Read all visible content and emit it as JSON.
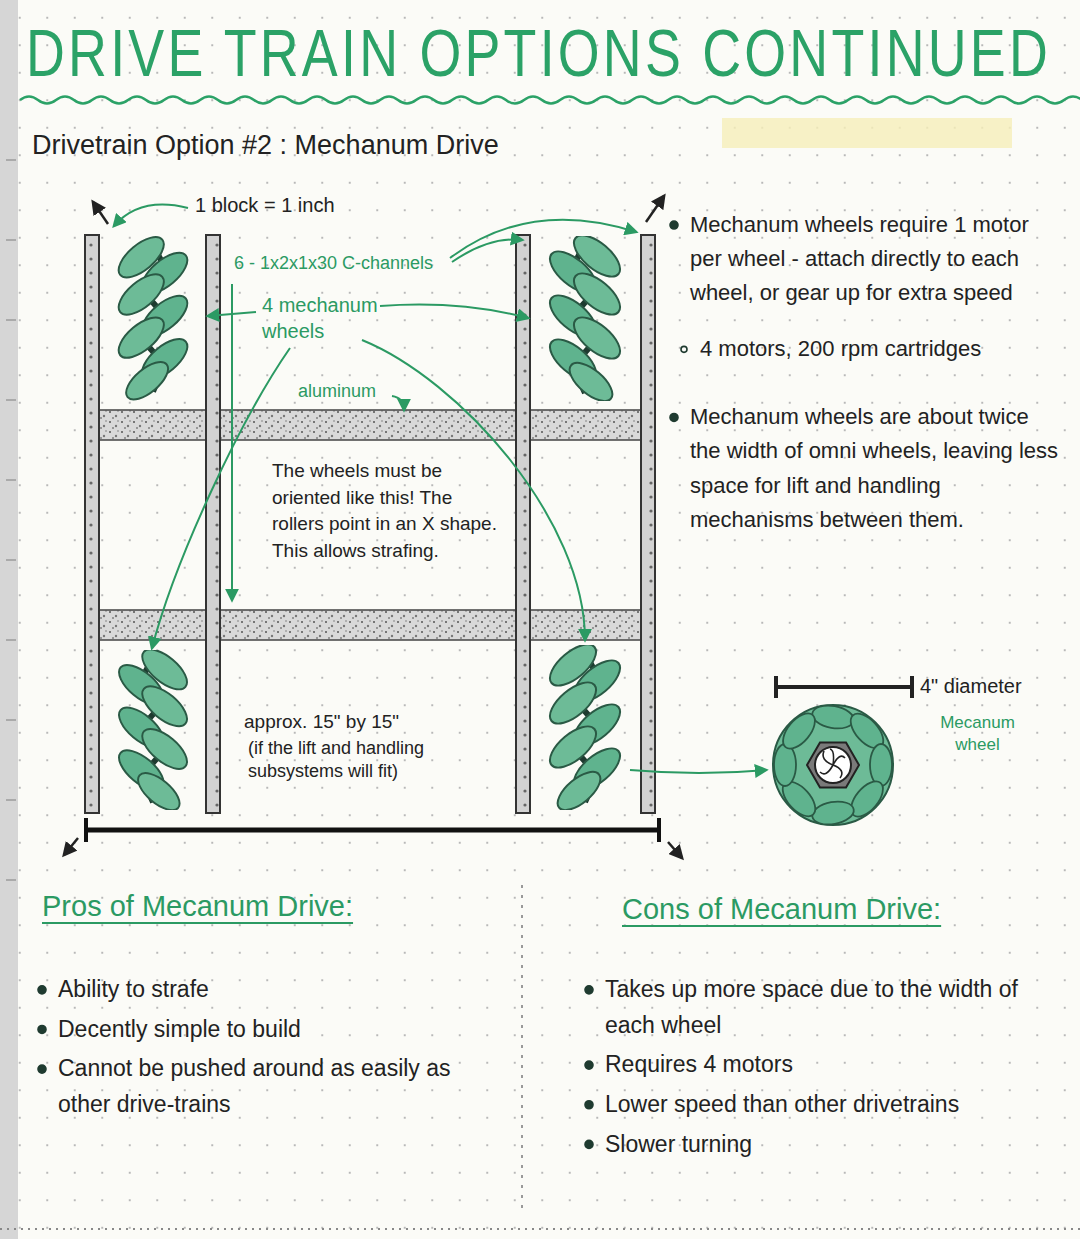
{
  "diagram": {
    "title": "DRIVE TRAIN OPTIONS CONTINUED",
    "labels": [
      "Drivetrain Option #2 : Mechanum Drive",
      "1 block = 1 inch",
      "6 - 1x2x1x30 C-channels",
      "4 mechanum wheels",
      "aluminum",
      "The wheels must be oriented like this! The rollers point in an X shape. This allows strafing.",
      "approx. 15\" by 15\"",
      "(if the lift and handling subsystems will fit)",
      "Mechanum wheels require 1 motor per wheel - attach directly to each wheel, or gear up for extra speed",
      "4 motors, 200 rpm cartridges",
      "Mechanum wheels are about twice the width of omni wheels, leaving less space for lift and handling mechanisms between them.",
      "4\" diameter",
      "Mecanum wheel",
      "Pros of Mecanum Drive:",
      "Ability to strafe",
      "Decently simple to build",
      "Cannot be pushed around as easily as other drive-trains",
      "Cons of Mecanum Drive:",
      "Takes up more space due to the width of each wheel",
      "Requires 4 motors",
      "Lower speed than other drivetrains",
      "Slower turning"
    ]
  }
}
